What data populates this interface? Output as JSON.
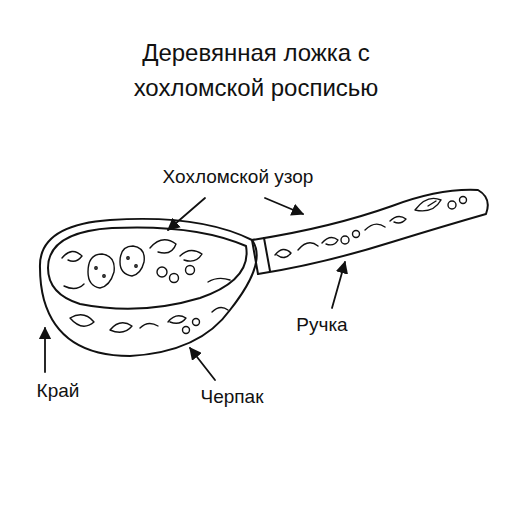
{
  "diagram": {
    "title": "Деревянная ложка с хохломской росписью",
    "labels": [
      "Хохломской узор",
      "Ручка",
      "Край",
      "Черпак"
    ]
  }
}
